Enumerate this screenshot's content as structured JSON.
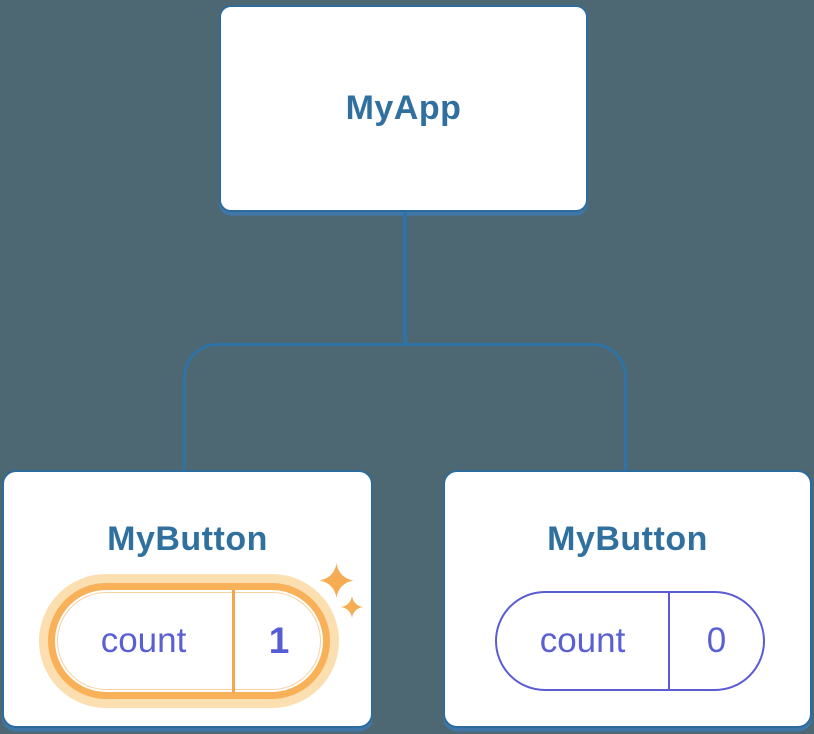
{
  "tree": {
    "root": {
      "label": "MyApp"
    },
    "children": [
      {
        "label": "MyButton",
        "state_key": "count",
        "state_value": "1",
        "highlighted": true
      },
      {
        "label": "MyButton",
        "state_key": "count",
        "state_value": "0",
        "highlighted": false
      }
    ]
  },
  "icons": {
    "sparkle_large": "sparkle-icon",
    "sparkle_small": "sparkle-icon"
  },
  "colors": {
    "background": "#4d6872",
    "card_background": "#ffffff",
    "card_border": "#2e6b9d",
    "card_bottom_edge": "#3f78a8",
    "node_label_text": "#30709f",
    "connector_line": "#2f73a6",
    "state_text": "#5a60d4",
    "state_pill_border": "#5b5bd6",
    "highlight_ring": "#f8b158",
    "highlight_halo": "#fcdfb1",
    "highlight_divider": "#f2a74e",
    "sparkle": "#f6ac52"
  }
}
